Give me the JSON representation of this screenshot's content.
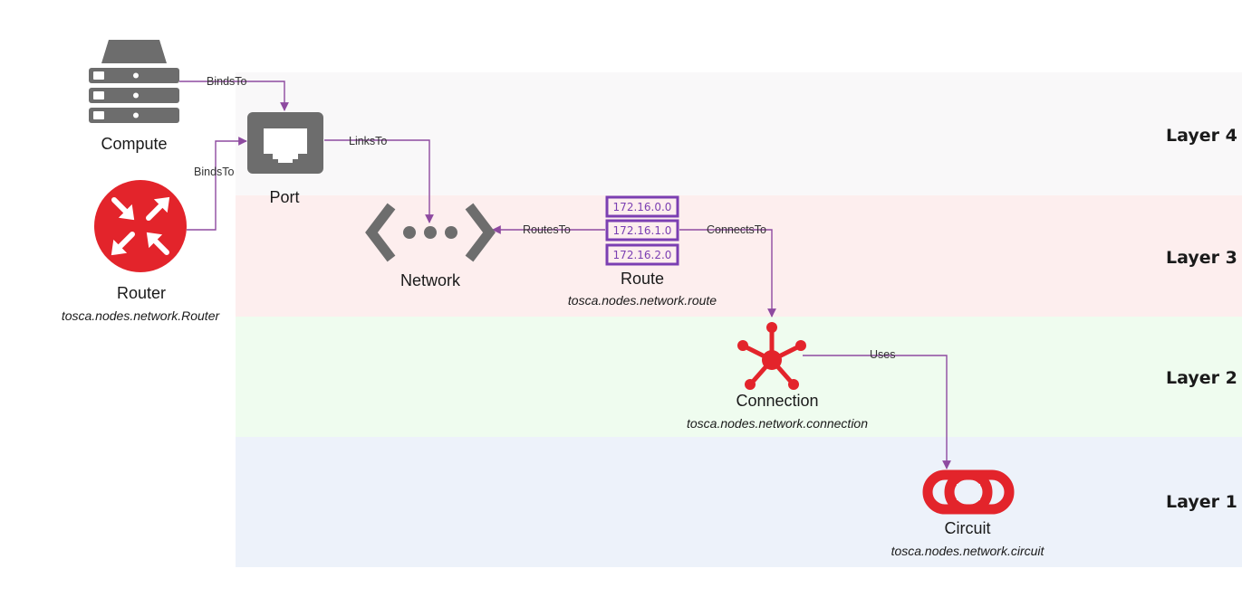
{
  "colors": {
    "layer4": "#f9f8f9",
    "layer3": "#fdeeee",
    "layer2": "#effcef",
    "layer1": "#edf2fa",
    "edge": "#8e4aa0",
    "icon_gray": "#6d6d6d",
    "icon_red": "#e3242b",
    "route_purple": "#7b3fb2"
  },
  "layers": [
    {
      "label": "Layer 4"
    },
    {
      "label": "Layer 3"
    },
    {
      "label": "Layer 2"
    },
    {
      "label": "Layer 1"
    }
  ],
  "nodes": {
    "compute": {
      "label": "Compute",
      "icon": "server-rack-icon"
    },
    "router": {
      "label": "Router",
      "type": "tosca.nodes.network.Router",
      "icon": "router-arrows-icon"
    },
    "port": {
      "label": "Port",
      "icon": "ethernet-port-icon"
    },
    "network": {
      "label": "Network",
      "icon": "network-ellipsis-icon"
    },
    "route": {
      "label": "Route",
      "type": "tosca.nodes.network.route",
      "icon": "route-table-icon",
      "addresses": [
        "172.16.0.0",
        "172.16.1.0",
        "172.16.2.0"
      ]
    },
    "connection": {
      "label": "Connection",
      "type": "tosca.nodes.network.connection",
      "icon": "hub-star-icon"
    },
    "circuit": {
      "label": "Circuit",
      "type": "tosca.nodes.network.circuit",
      "icon": "chain-link-icon"
    }
  },
  "edges": {
    "compute_port": {
      "label": "BindsTo"
    },
    "router_port": {
      "label": "BindsTo"
    },
    "port_network": {
      "label": "LinksTo"
    },
    "route_network": {
      "label": "RoutesTo"
    },
    "route_connection": {
      "label": "ConnectsTo"
    },
    "connection_circuit": {
      "label": "Uses"
    }
  }
}
